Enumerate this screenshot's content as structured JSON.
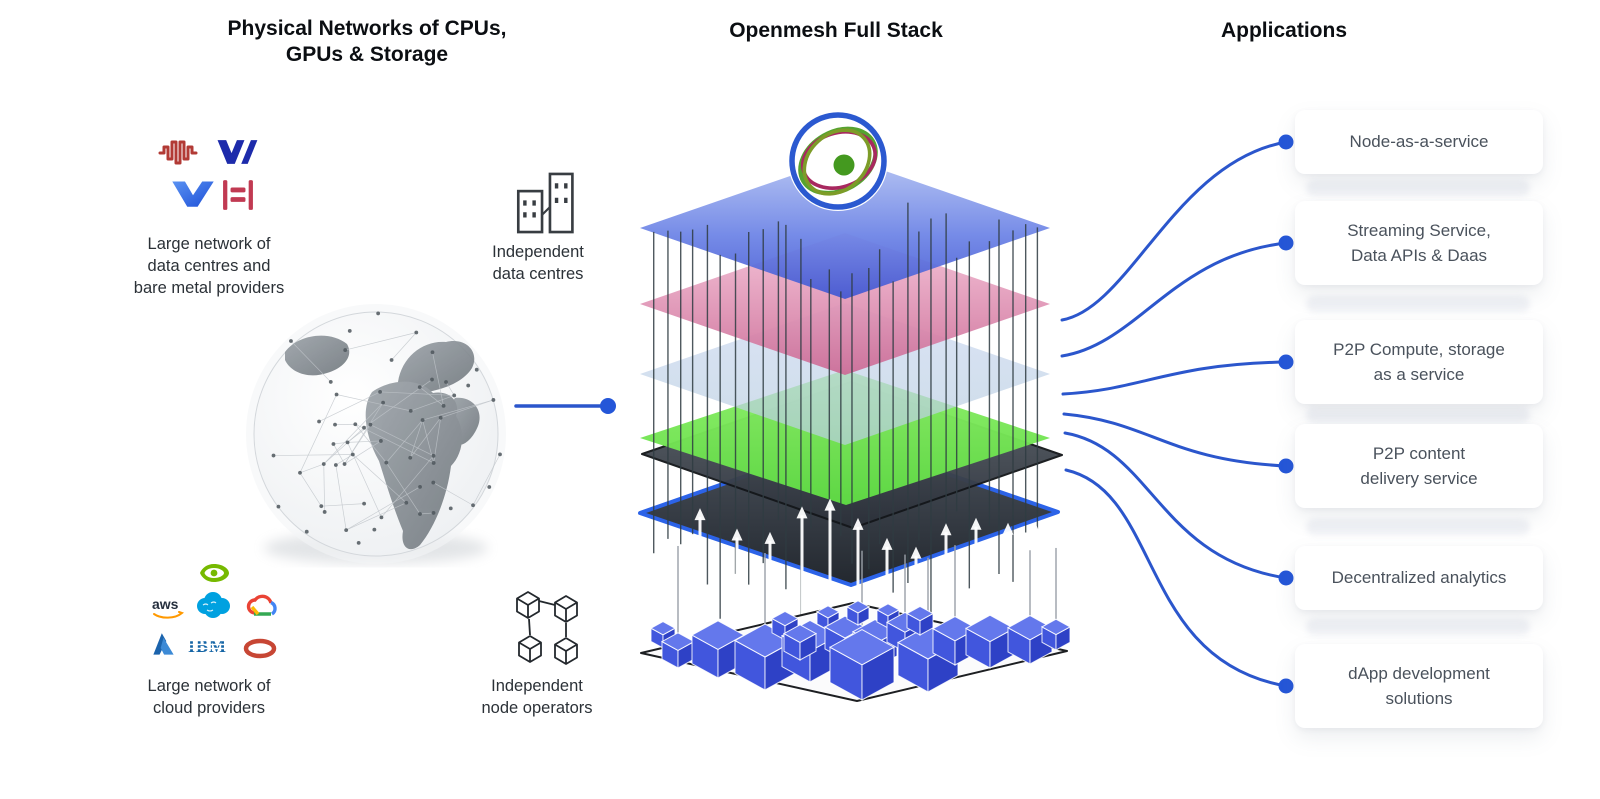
{
  "titles": {
    "left_line1": "Physical Networks of CPUs,",
    "left_line2": "GPUs & Storage",
    "center": "Openmesh Full Stack",
    "right": "Applications"
  },
  "left_column": {
    "bare_metal_caption": [
      "Large network of",
      "data centres and",
      "bare metal providers"
    ],
    "bare_metal_logos": [
      "pulse-wave-logo",
      "navy-v-logo",
      "blue-v-logo",
      "red-bars-logo"
    ],
    "independent_dc_caption": [
      "Independent",
      "data centres"
    ],
    "cloud_caption": [
      "Large network of",
      "cloud providers"
    ],
    "cloud_logos": [
      "nvidia",
      "aws",
      "salesforce",
      "google-cloud",
      "azure",
      "ibm",
      "oracle"
    ],
    "node_ops_caption": [
      "Independent",
      "node operators"
    ]
  },
  "center_column": {
    "logo": "openmesh-logo"
  },
  "applications": [
    {
      "lines": [
        "Node-as-a-service"
      ]
    },
    {
      "lines": [
        "Streaming Service,",
        "Data APIs & Daas"
      ]
    },
    {
      "lines": [
        "P2P Compute, storage",
        "as a service"
      ]
    },
    {
      "lines": [
        "P2P content",
        "delivery service"
      ]
    },
    {
      "lines": [
        "Decentralized analytics"
      ]
    },
    {
      "lines": [
        "dApp development",
        "solutions"
      ]
    }
  ],
  "colors": {
    "accent_blue": "#2b56cc",
    "dot_blue": "#2456d8",
    "layer_blue": "#4a63dd",
    "layer_pink": "#d06e9b",
    "layer_lightblue": "#c5d3ef",
    "layer_green": "#6ee24e",
    "layer_dark": "#373d46",
    "cube_blue": "#3b50d8"
  }
}
